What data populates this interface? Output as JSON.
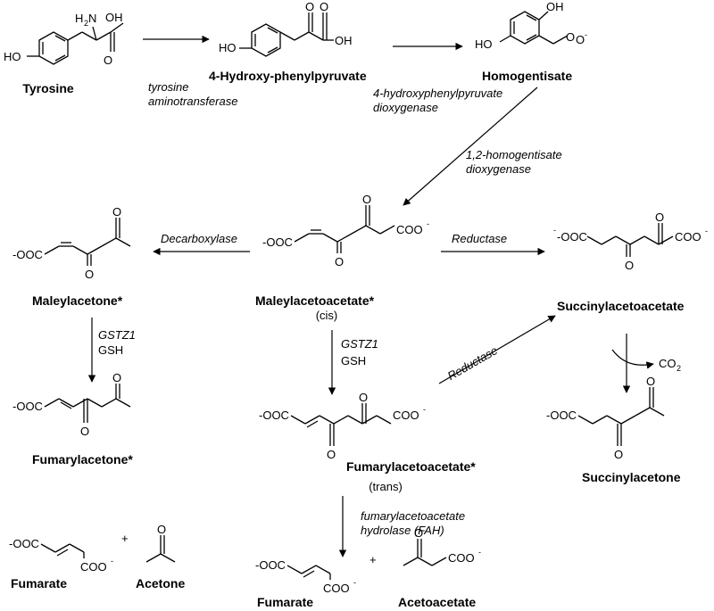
{
  "compounds": {
    "tyrosine": "Tyrosine",
    "hydroxyphenylpyruvate": "4-Hydroxy-phenylpyruvate",
    "homogentisate": "Homogentisate",
    "maleylacetone": "Maleylacetone*",
    "maleylacetoacetate": "Maleylacetoacetate*",
    "maleylacetoacetate_note": "(cis)",
    "succinylacetoacetate": "Succinylacetoacetate",
    "fumarylacetone": "Fumarylacetone*",
    "fumarylacetoacetate": "Fumarylacetoacetate*",
    "fumarylacetoacetate_note": "(trans)",
    "succinylacetone": "Succinylacetone",
    "fumarate_left": "Fumarate",
    "acetone": "Acetone",
    "fumarate_bottom": "Fumarate",
    "acetoacetate": "Acetoacetate"
  },
  "enzymes": {
    "tat_1": "tyrosine",
    "tat_2": "aminotransferase",
    "hppd_1": "4-hydroxyphenylpyruvate",
    "hppd_2": "dioxygenase",
    "hgd_1": "1,2-homogentisate",
    "hgd_2": "dioxygenase",
    "decarboxylase": "Decarboxylase",
    "reductase_top": "Reductase",
    "reductase_diag": "Reductase",
    "gstz1_left": "GSTZ1",
    "gsh_left": "GSH",
    "gstz1_mid": "GSTZ1",
    "gsh_mid": "GSH",
    "fah_1": "fumarylacetoacetate",
    "fah_2": "hydrolase (FAH)"
  },
  "atoms": {
    "oh": "OH",
    "ho": "HO",
    "h2": "H",
    "h2_sub": "2",
    "n": "N",
    "o": "O",
    "ooc_prefix": "-OOC",
    "coo": "COO",
    "minus": "-",
    "co2": "CO",
    "co2_sub": "2",
    "plus": "+"
  }
}
